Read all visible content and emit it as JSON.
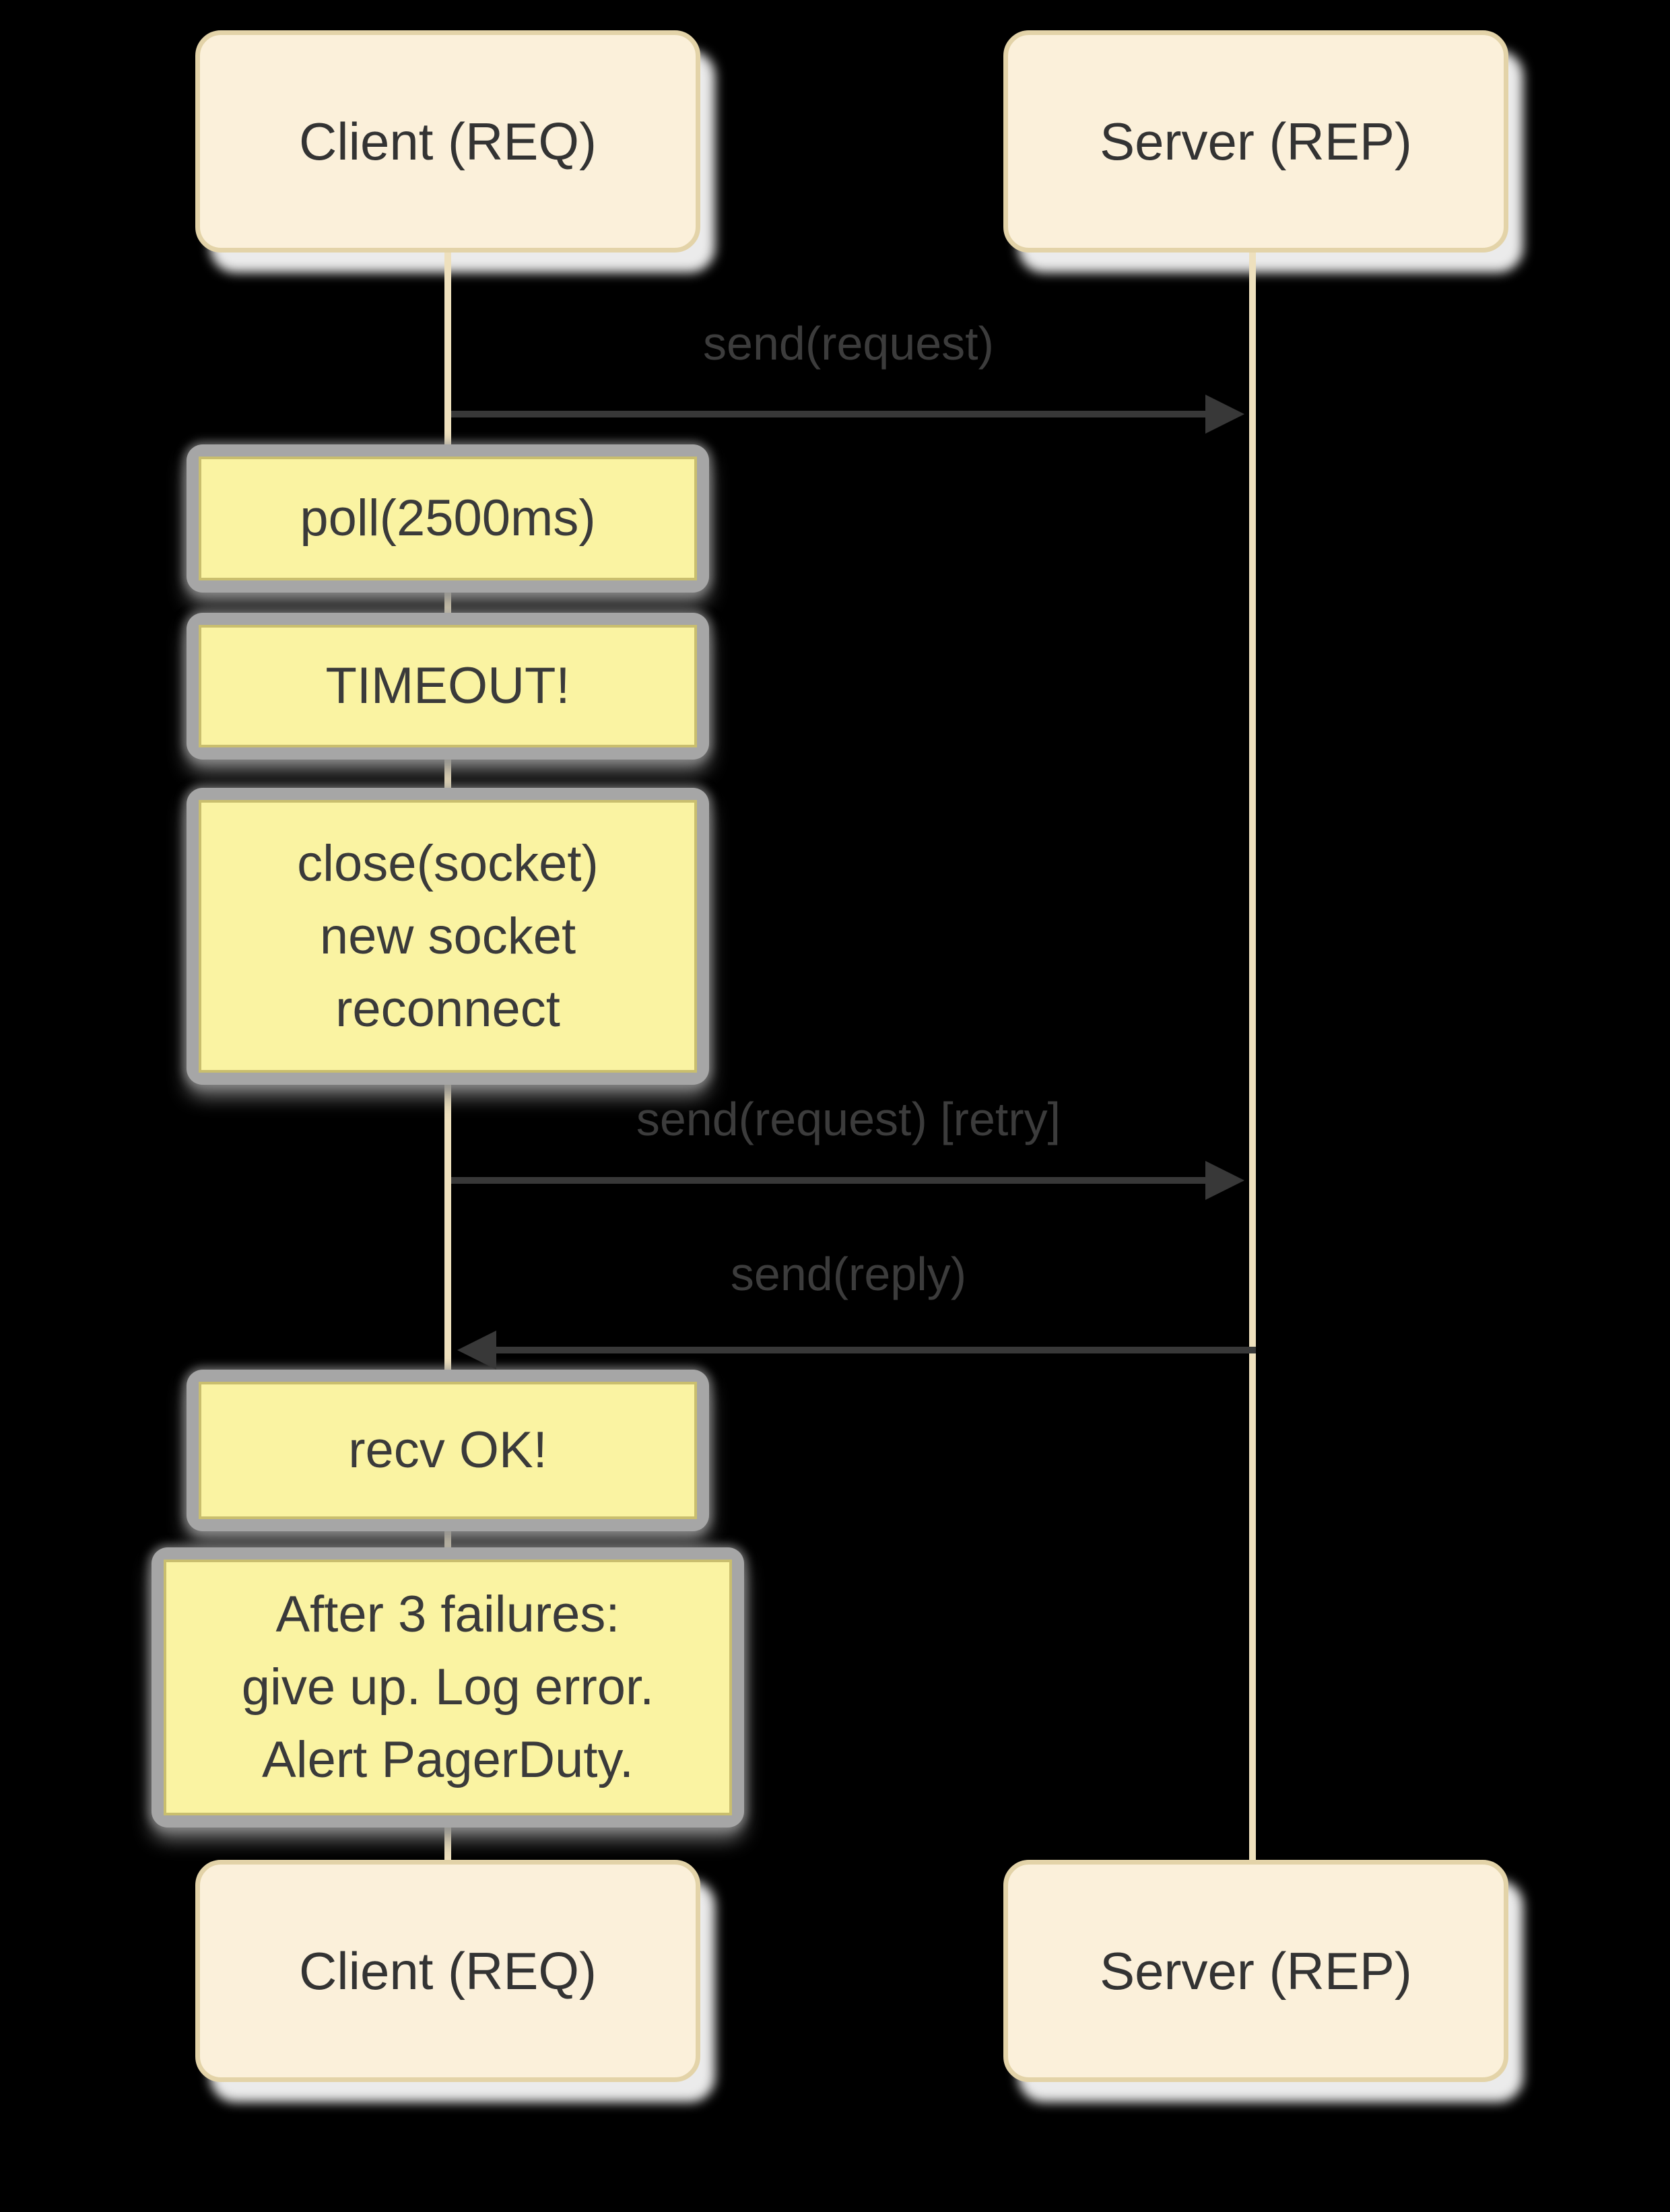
{
  "diagram": {
    "type": "sequence-diagram",
    "background_color": "#000000",
    "colors": {
      "actor_fill": "#FBF0DA",
      "actor_border": "#E3D3A8",
      "actor_shadow": "#FFFFFF",
      "note_fill": "#FAF3A2",
      "note_border": "#C9BE6E",
      "note_ring": "#A6A6A6",
      "lifeline": "#EEE0BD",
      "arrow": "#383838",
      "text": "#3A3A3A"
    },
    "actors": {
      "top": [
        {
          "label": "Client (REQ)"
        },
        {
          "label": "Server (REP)"
        }
      ],
      "bottom": [
        {
          "label": "Client (REQ)"
        },
        {
          "label": "Server (REP)"
        }
      ]
    },
    "messages": [
      {
        "label": "send(request)",
        "from": "client",
        "to": "server",
        "direction": "right"
      },
      {
        "label": "send(request) [retry]",
        "from": "client",
        "to": "server",
        "direction": "right"
      },
      {
        "label": "send(reply)",
        "from": "server",
        "to": "client",
        "direction": "left"
      }
    ],
    "notes": [
      {
        "text": "poll(2500ms)"
      },
      {
        "text": "TIMEOUT!"
      },
      {
        "lines": [
          "close(socket)",
          "new socket",
          "reconnect"
        ]
      },
      {
        "text": "recv OK!"
      },
      {
        "lines": [
          "After 3 failures:",
          "give up. Log error.",
          "Alert PagerDuty."
        ]
      }
    ]
  }
}
